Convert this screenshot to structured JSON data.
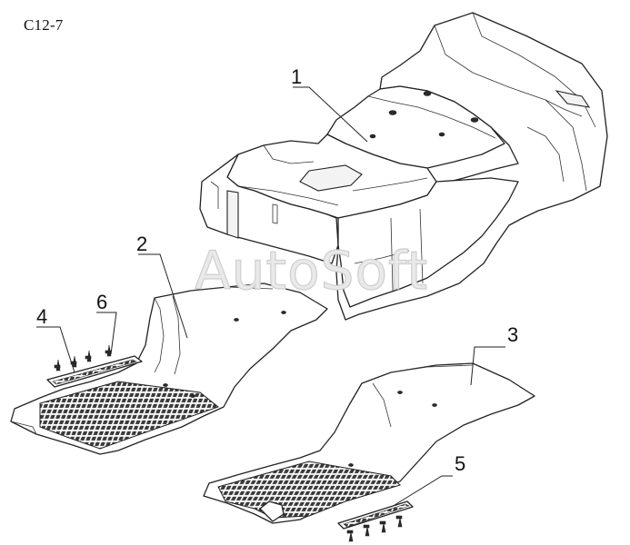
{
  "figure_code": "C12-7",
  "watermark": "AutoSoft",
  "callouts": {
    "c1": "1",
    "c2": "2",
    "c3": "3",
    "c4": "4",
    "c5": "5",
    "c6": "6"
  },
  "colors": {
    "line": "#222222",
    "watermark": "#cfcfcf"
  }
}
